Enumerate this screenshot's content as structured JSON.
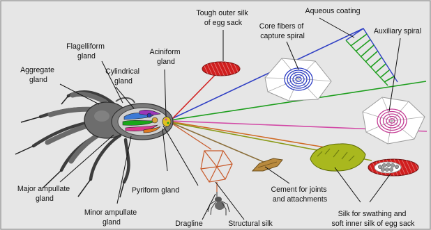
{
  "labels": {
    "tough_outer_silk": [
      "Tough outer silk",
      "of egg sack"
    ],
    "aqueous_coating": [
      "Aqueous coating"
    ],
    "core_fibers": [
      "Core fibers of",
      "capture spiral"
    ],
    "auxiliary_spiral": [
      "Auxiliary spiral"
    ],
    "flagelliform_gland": [
      "Flagelliform",
      "gland"
    ],
    "aciniform_gland": [
      "Aciniform",
      "gland"
    ],
    "aggregate_gland": [
      "Aggregate",
      "gland"
    ],
    "cylindrical_gland": [
      "Cylindrical",
      "gland"
    ],
    "major_ampullate_gland": [
      "Major ampullate",
      "gland"
    ],
    "pyriform_gland": [
      "Pyriform gland"
    ],
    "minor_ampullate_gland": [
      "Minor ampullate",
      "gland"
    ],
    "cement": [
      "Cement for joints",
      "and attachments"
    ],
    "dragline": [
      "Dragline"
    ],
    "structural_silk": [
      "Structural silk"
    ],
    "swathing_silk": [
      "Silk for swathing and",
      "soft inner silk of egg sack"
    ]
  },
  "colors": {
    "background": "#e6e6e6",
    "border": "#9a9a9a",
    "blue_line": "#2f3fc4",
    "green_line": "#1d9e1d",
    "pink_line": "#d24aa6",
    "orange_line": "#d06a24",
    "olive_line": "#8a9a18",
    "red_line": "#d22525",
    "egg_sack_outer": "#d01e1e",
    "swathing_blob": "#a9b81e",
    "spider_body": "#6d6d6d",
    "spider_leg": "#4a4a4a"
  }
}
